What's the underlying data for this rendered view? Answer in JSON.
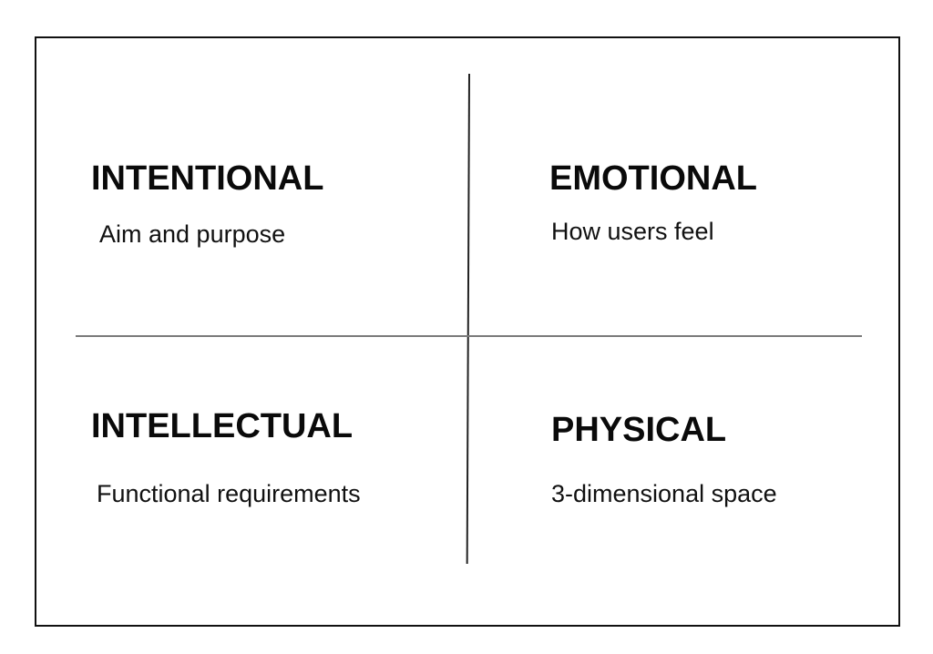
{
  "quadrants": [
    {
      "title": "INTENTIONAL",
      "description": "Aim and purpose"
    },
    {
      "title": "EMOTIONAL",
      "description": "How users feel"
    },
    {
      "title": "INTELLECTUAL",
      "description": "Functional requirements"
    },
    {
      "title": "PHYSICAL",
      "description": "3-dimensional space"
    }
  ],
  "colors": {
    "border": "#111111",
    "vertical_axis": "#222222",
    "horizontal_axis": "#7a7a7a",
    "text": "#111111",
    "background": "#ffffff"
  }
}
